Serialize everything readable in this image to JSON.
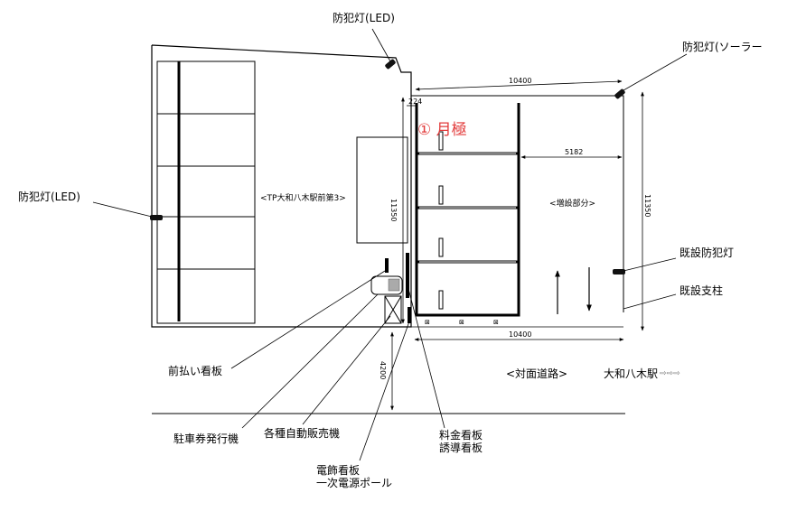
{
  "labels": {
    "light_led_top": "防犯灯(LED)",
    "light_solar": "防犯灯(ソーラー",
    "light_led_left": "防犯灯(LED)",
    "existing_light": "既設防犯灯",
    "existing_pole": "既設支柱",
    "lot_name": "<TP大和八木駅前第3>",
    "expansion": "<増設部分>",
    "monthly": "① 月極",
    "prepay_sign": "前払い看板",
    "ticket_machine": "駐車券発行機",
    "vending": "各種自動販売機",
    "price_sign_1": "料金看板",
    "price_sign_2": "誘導看板",
    "elec_sign_1": "電飾看板",
    "elec_sign_2": "一次電源ポール",
    "road": "<対面道路>",
    "station": "大和八木駅",
    "station_arrow": "⇨⇨⇨"
  },
  "dimensions": {
    "top_width": "10400",
    "bottom_width": "10400",
    "right_height": "11350",
    "inner_height": "11350",
    "inner_width": "5182",
    "small_gap": "224",
    "entrance": "4200"
  },
  "colors": {
    "line": "#000000",
    "accent_red": "#e23a3a"
  }
}
